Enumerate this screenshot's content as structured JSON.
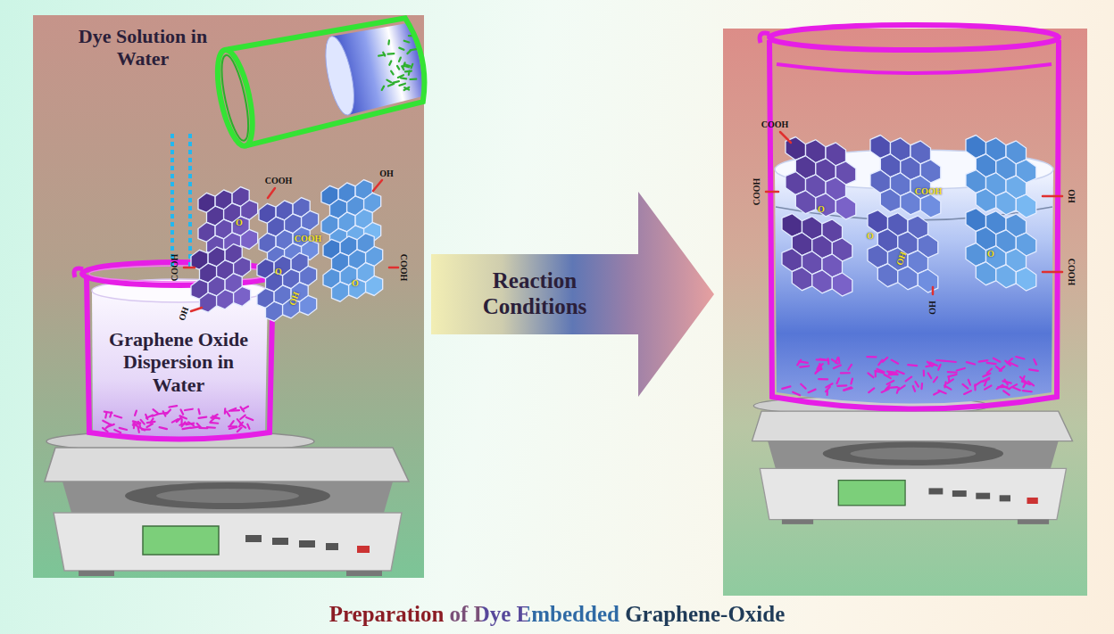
{
  "diagram": {
    "title": "Preparation of Dye Embedded Graphene-Oxide",
    "nodes": [
      {
        "text": [
          "Dye Solution in Water"
        ]
      },
      {
        "text": [
          "Graphene Oxide Dispersion in Water"
        ]
      },
      {
        "text": [
          "Reaction Conditions"
        ]
      }
    ],
    "labels": [
      "COOH",
      "OH",
      "O",
      "COOH",
      "O",
      "COOH",
      "COOH",
      "OH",
      "O",
      "OH",
      "COOH",
      "COOH",
      "OH",
      "O",
      "COOH",
      "O",
      "OH",
      "O",
      "OH",
      "COOH"
    ]
  }
}
